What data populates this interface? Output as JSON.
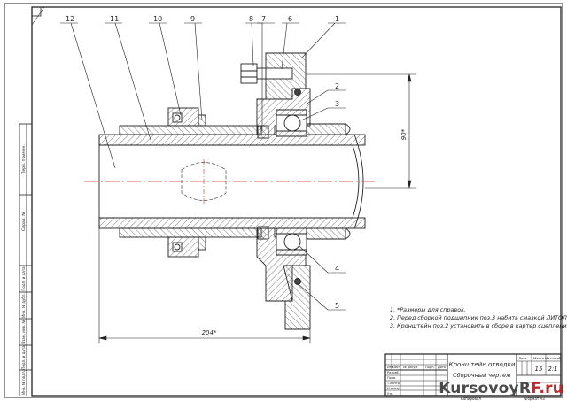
{
  "notes": [
    "1. *Размеры для справок.",
    "2. Перед сборкой подшипник поз.3 набить смазкой ЛИТОЛ 24.",
    "3. Кронштейн поз.2 установить в сборе в картер сцепления поз.1."
  ],
  "dimensions": {
    "vertical": "90*",
    "horizontal": "204*"
  },
  "callouts": [
    "12",
    "11",
    "10",
    "9",
    "8",
    "7",
    "6",
    "1",
    "2",
    "3",
    "4",
    "5"
  ],
  "title_block": {
    "name_line1": "Кронштейн отводки",
    "name_line2": "Сборочный чертеж",
    "sheet_label": "Лист",
    "mass_label": "Масса",
    "scale_label": "Масштаб",
    "mass_value": "15",
    "scale_value": "2:1",
    "copied_label": "Копировал",
    "format_label": "Формат  A3",
    "row_labels": [
      "Изм.",
      "Лист",
      "№ докум.",
      "Подп.",
      "Дата",
      "Разраб.",
      "Пров.",
      "Т.контр.",
      "Н.контр.",
      "Утв."
    ]
  },
  "side_labels": [
    "Перв. примен.",
    "Справ. №",
    "Подп. и дата",
    "Инв. № дубл.",
    "Взам. инв. №",
    "Подп. и дата",
    "Инв. № подл."
  ],
  "watermark": {
    "text_main": "KursovoyR",
    "text_accent": "F.ru"
  }
}
